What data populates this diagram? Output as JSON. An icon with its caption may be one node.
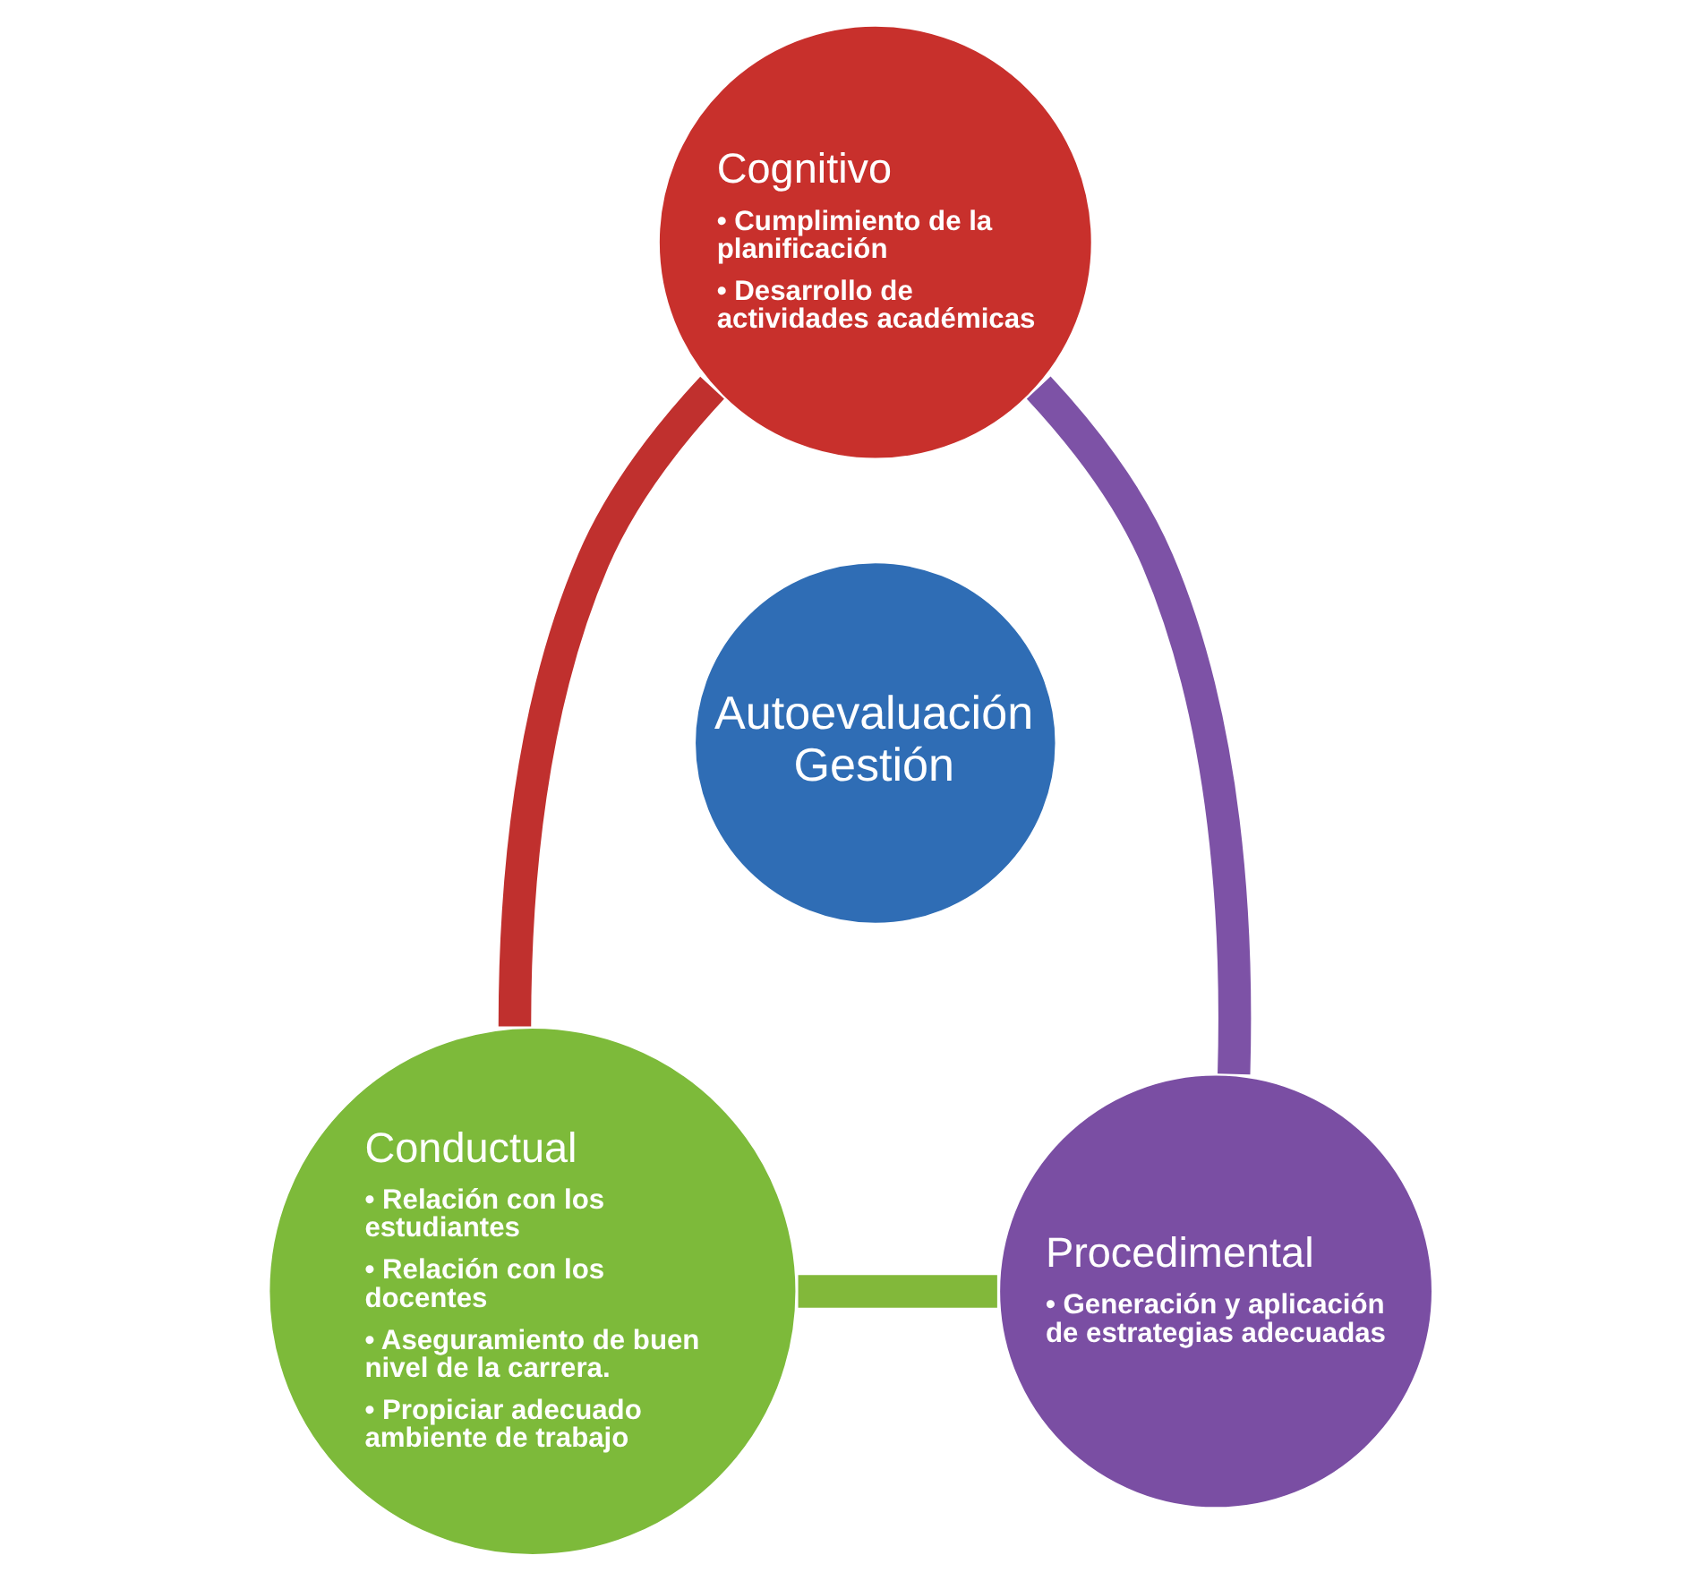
{
  "diagram": {
    "nodes": [
      {
        "text": [
          "Autoevaluación Gestión"
        ]
      },
      {
        "text": [
          "Cognitivo",
          "• Cumplimiento de la planificación",
          "• Desarrollo de actividades académicas"
        ]
      },
      {
        "text": [
          "Procedimental",
          "• Generación y aplicación de estrategias adecuadas"
        ]
      },
      {
        "text": [
          "Conductual",
          "• Relación con los estudiantes",
          "• Relación con los docentes",
          "• Aseguramiento de buen nivel de la carrera.",
          "• Propiciar adecuado ambiente de trabajo"
        ]
      }
    ],
    "edges": [
      {
        "from": 1,
        "to": 3,
        "arrow": "none",
        "color": "#c0302e"
      },
      {
        "from": 3,
        "to": 2,
        "arrow": "none",
        "color": "#82b83a"
      },
      {
        "from": 2,
        "to": 1,
        "arrow": "none",
        "color": "#7d52a6"
      }
    ]
  }
}
